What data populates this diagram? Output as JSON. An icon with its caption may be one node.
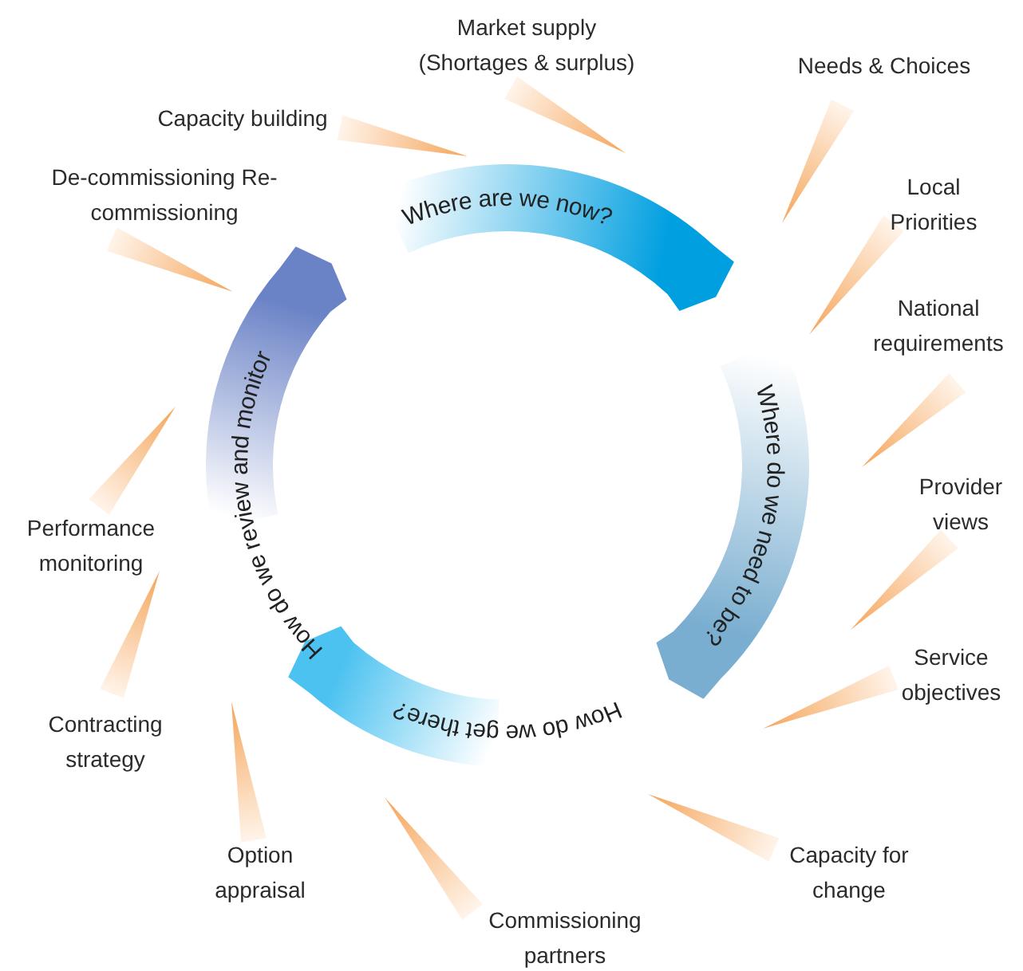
{
  "diagram": {
    "nodes": [
      {
        "text": [
          "Where are we now?"
        ]
      },
      {
        "text": [
          "Where do we need to be?"
        ]
      },
      {
        "text": [
          "How do we get there?"
        ]
      },
      {
        "text": [
          "How do we review and monitor"
        ]
      }
    ],
    "labels": [
      "Market supply (Shortages & surplus)",
      "Needs & Choices",
      "Capacity building",
      "De-commissioning Re-commissioning",
      "Local Priorities",
      "National requirements",
      "Provider views",
      "Performance monitoring",
      "Service objectives",
      "Contracting strategy",
      "Capacity for change",
      "Option appraisal",
      "Commissioning partners"
    ]
  }
}
